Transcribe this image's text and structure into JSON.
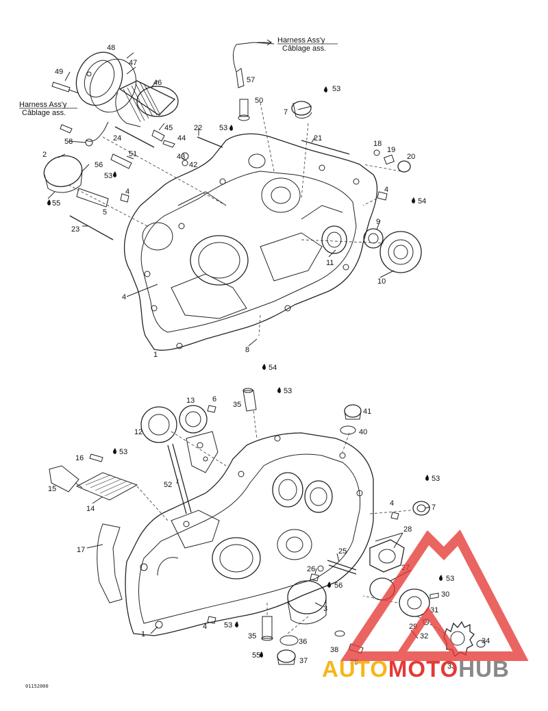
{
  "harness_labels": {
    "top": {
      "line1": "Harness Ass'y",
      "line2": "Câblage ass."
    },
    "left": {
      "line1": "Harness Ass'y",
      "line2": "Câblage ass."
    }
  },
  "part_numbers_upper": [
    "48",
    "47",
    "46",
    "49",
    "50",
    "57",
    "53",
    "7",
    "53",
    "45",
    "44",
    "22",
    "24",
    "43",
    "42",
    "21",
    "18",
    "19",
    "20",
    "58",
    "51",
    "56",
    "2",
    "53",
    "4",
    "55",
    "5",
    "23",
    "4",
    "54",
    "9",
    "11",
    "10",
    "4",
    "1",
    "8",
    "54"
  ],
  "part_numbers_lower": [
    "13",
    "6",
    "35",
    "53",
    "41",
    "40",
    "12",
    "16",
    "53",
    "52",
    "15",
    "14",
    "53",
    "7",
    "4",
    "28",
    "17",
    "25",
    "27",
    "26",
    "56",
    "53",
    "30",
    "3",
    "31",
    "4",
    "1",
    "53",
    "29",
    "32",
    "35",
    "36",
    "38",
    "34",
    "55",
    "37",
    "39",
    "33"
  ],
  "drawing_code": "01152000",
  "watermark": {
    "part1": "AUTO",
    "part2": "MOTO",
    "part3": "HUB"
  },
  "colors": {
    "line": "#222222",
    "watermark_red": "#e53935",
    "watermark_yellow": "#f5b61a",
    "watermark_gray": "#888888"
  }
}
